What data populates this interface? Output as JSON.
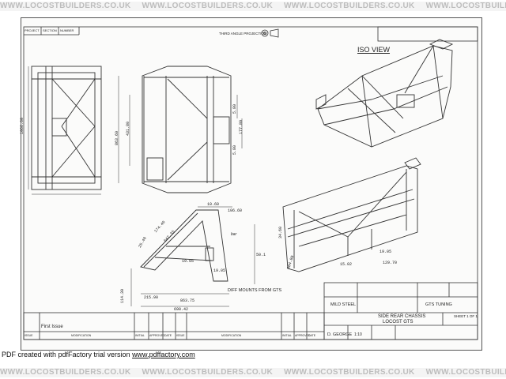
{
  "watermark_text": "WWW.LOCOSTBUILDERS.CO.UK",
  "drawing": {
    "projection_label": "THIRD ANGLE PROJECTION",
    "iso_title": "ISO VIEW",
    "dims_left_view": [
      "1066.60"
    ],
    "dims_mid_view": [
      "863.60",
      "431.80",
      "5.80",
      "177.80",
      "5.80"
    ],
    "dims_lower_view": [
      "10.60",
      "106.60",
      "174.40",
      "647.35",
      "25.40",
      "19.05",
      "50.1",
      "19.05",
      "114.30",
      "215.90",
      "863.75",
      "690.42"
    ],
    "dims_lower_right": [
      "34.60",
      "304.80",
      "15.02",
      "19.05",
      "129.70"
    ],
    "bar_label": "bar",
    "diff_mounts": "DIFF MOUNTS FROM GTS"
  },
  "title_block": {
    "material_label": "MILD STEEL",
    "company": "GTS TUNING",
    "title_line1": "SIDE REAR CHASSIS",
    "title_line2": "LOCOST GTS",
    "drawn_by": "D. GEORGE",
    "sheet": "SHEET 1 OF 1",
    "scale": "1:10",
    "revision_first": "First Issue"
  },
  "revision_headers": [
    "ISSUE",
    "MODIFICATION",
    "INITIAL",
    "APPROVED",
    "DATE",
    "ISSUE",
    "MODIFICATION",
    "INITIAL",
    "APPROVED",
    "DATE"
  ],
  "header_strip": [
    "PROJECT",
    "SECTION",
    "NUMBER"
  ],
  "footer": {
    "prefix": "PDF created with pdfFactory trial version ",
    "link": "www.pdffactory.com"
  }
}
